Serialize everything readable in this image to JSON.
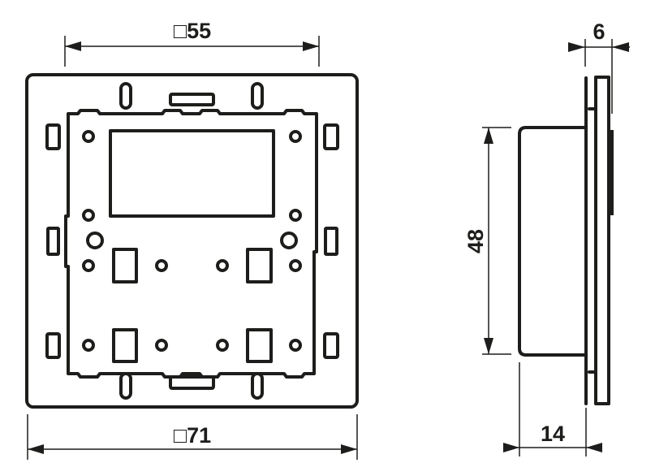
{
  "front_view": {
    "inner_dimension_label": "□55",
    "outer_dimension_label": "□71"
  },
  "side_view": {
    "height_label": "48",
    "depth_label": "14",
    "plate_thickness_label": "6"
  }
}
